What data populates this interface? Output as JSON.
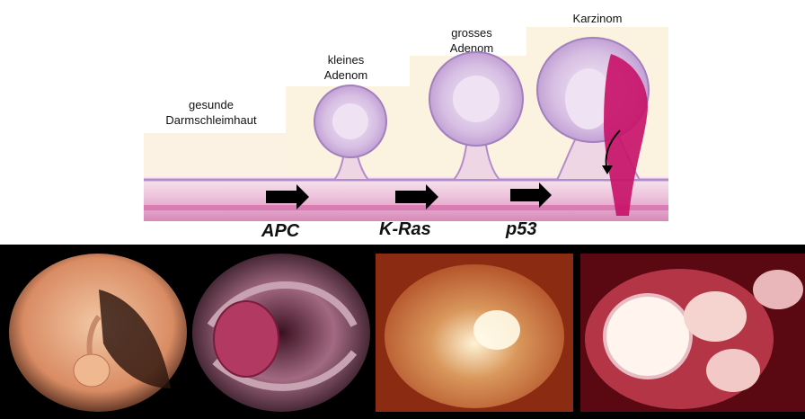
{
  "stages": [
    {
      "label": "gesunde\nDarmschleimhaut"
    },
    {
      "label": "kleines\nAdenom"
    },
    {
      "label": "grosses\nAdenom"
    },
    {
      "label": "Karzinom"
    }
  ],
  "genes": [
    "APC",
    "K-Ras",
    "p53"
  ],
  "colors": {
    "mucosa_pink": "#e8a9cc",
    "gland_purple": "#c9a7d8",
    "tumor_magenta": "#c8146a",
    "panel_bg": "#fbf3df",
    "arrow": "#000000"
  },
  "photos": [
    {
      "name": "endoscopy-polyp-small"
    },
    {
      "name": "endoscopy-polyp-large"
    },
    {
      "name": "endoscopy-adenoma-closeup"
    },
    {
      "name": "endoscopy-carcinoma"
    }
  ]
}
